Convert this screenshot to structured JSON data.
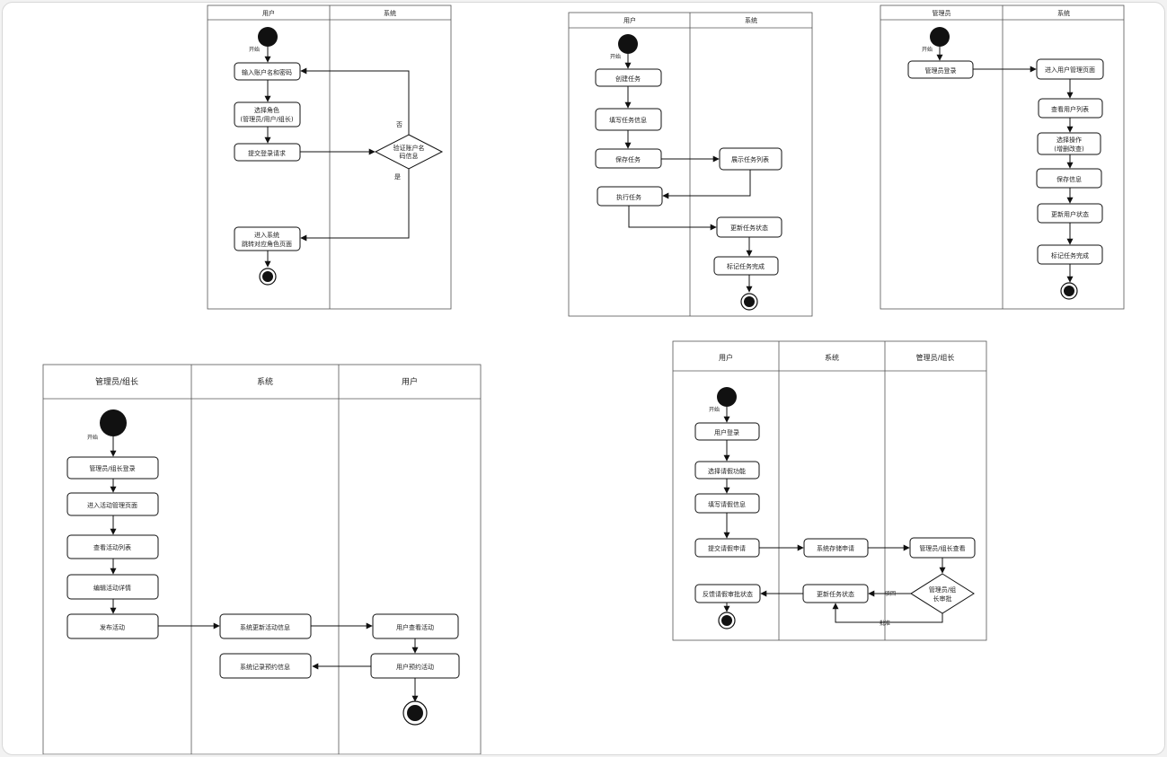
{
  "diagrams": [
    {
      "id": "login",
      "lanes": [
        "用户",
        "系统"
      ],
      "start_label": "开始",
      "nodes": {
        "n1": "输入账户名和密码",
        "n2a": "选择角色",
        "n2b": "(管理员/用户/组长)",
        "n3": "提交登录请求",
        "d1a": "验证账户名",
        "d1b": "码信息",
        "n4a": "进入系统",
        "n4b": "跳转对应角色页面"
      },
      "edge_labels": {
        "no": "否",
        "yes": "是"
      }
    },
    {
      "id": "task",
      "lanes": [
        "用户",
        "系统"
      ],
      "start_label": "开始",
      "nodes": {
        "n1": "创建任务",
        "n2": "填写任务信息",
        "n3": "保存任务",
        "n4": "展示任务列表",
        "n5": "执行任务",
        "n6": "更新任务状态",
        "n7": "标记任务完成"
      }
    },
    {
      "id": "admin-user",
      "lanes": [
        "管理员",
        "系统"
      ],
      "start_label": "开始",
      "nodes": {
        "n1": "管理员登录",
        "n2": "进入用户管理页面",
        "n3": "查看用户列表",
        "n4a": "选择操作",
        "n4b": "(增删改查)",
        "n5": "保存信息",
        "n6": "更新用户状态",
        "n7": "标记任务完成"
      }
    },
    {
      "id": "activity",
      "lanes": [
        "管理员/组长",
        "系统",
        "用户"
      ],
      "start_label": "开始",
      "nodes": {
        "n1": "管理员/组长登录",
        "n2": "进入活动管理页面",
        "n3": "查看活动列表",
        "n4": "编辑活动详情",
        "n5": "发布活动",
        "n6": "系统更新活动信息",
        "n7": "用户查看活动",
        "n8": "用户预约活动",
        "n9": "系统记录预约信息"
      }
    },
    {
      "id": "apply",
      "lanes": [
        "用户",
        "系统",
        "管理员/组长"
      ],
      "start_label": "开始",
      "nodes": {
        "n1": "用户登录",
        "n2": "选择请假功能",
        "n3": "填写请假信息",
        "n4": "提交请假申请",
        "n5": "系统存储申请",
        "n6": "管理员/组长查看",
        "d1a": "管理员/组",
        "d1b": "长审批",
        "n7": "更新任务状态",
        "n8": "反馈请假审批状态"
      },
      "edge_labels": {
        "reject": "驳回",
        "approve": "批准"
      }
    }
  ]
}
